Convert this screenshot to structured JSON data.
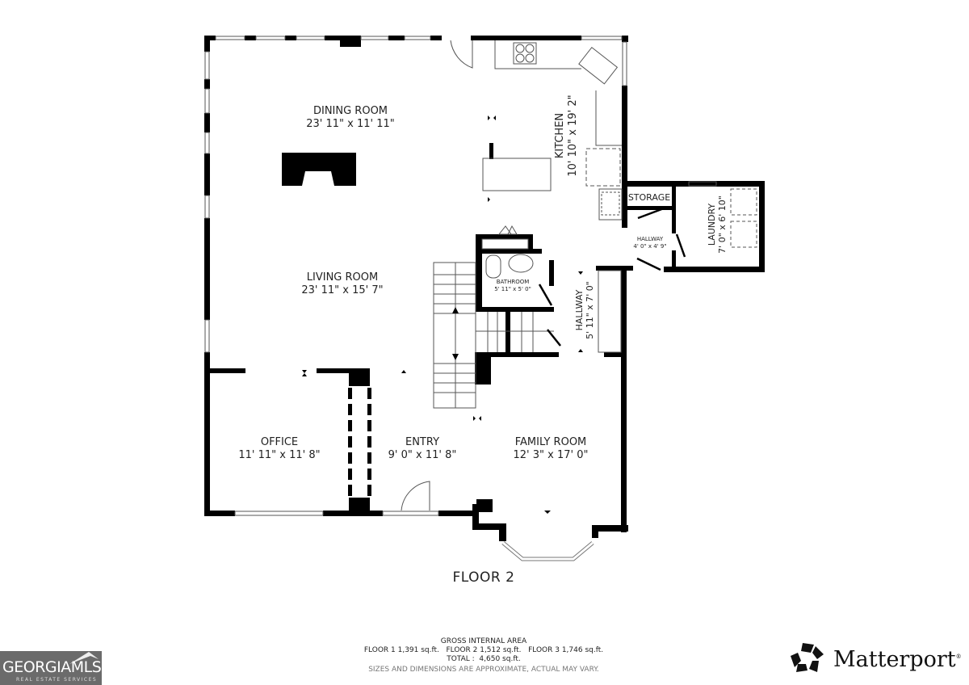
{
  "floor_title": "FLOOR 2",
  "rooms": [
    {
      "name": "DINING ROOM",
      "dims": "23' 11\" x 11' 11\""
    },
    {
      "name": "KITCHEN",
      "dims": "10' 10\" x 19' 2\""
    },
    {
      "name": "STORAGE",
      "dims": ""
    },
    {
      "name": "LAUNDRY",
      "dims": "7' 0\" x 6' 10\""
    },
    {
      "name": "HALLWAY",
      "dims": "4' 0\" x 4' 9\""
    },
    {
      "name": "BATHROOM",
      "dims": "5' 11\" x 5' 0\""
    },
    {
      "name": "LIVING ROOM",
      "dims": "23' 11\" x 15' 7\""
    },
    {
      "name": "HALLWAY",
      "dims": "5' 11\" x 7' 0\""
    },
    {
      "name": "OFFICE",
      "dims": "11' 11\" x 11' 8\""
    },
    {
      "name": "ENTRY",
      "dims": "9' 0\" x 11' 8\""
    },
    {
      "name": "FAMILY ROOM",
      "dims": "12' 3\" x 17' 0\""
    }
  ],
  "area_summary": {
    "heading": "GROSS INTERNAL AREA",
    "floors_line": "FLOOR 1 1,391 sq.ft.   FLOOR 2 1,512 sq.ft.   FLOOR 3 1,746 sq.ft.",
    "total_line": "TOTAL :  4,650 sq.ft.",
    "disclaimer": "SIZES AND DIMENSIONS ARE APPROXIMATE, ACTUAL MAY VARY."
  },
  "logos": {
    "left": {
      "name": "GEORGIAMLS",
      "tagline": "REAL ESTATE SERVICES"
    },
    "right": {
      "name": "Matterport",
      "mark": "®"
    }
  },
  "colors": {
    "wall": "#000000",
    "line": "#555555",
    "background": "#ffffff",
    "mls_bg": "#6b6b6b"
  }
}
